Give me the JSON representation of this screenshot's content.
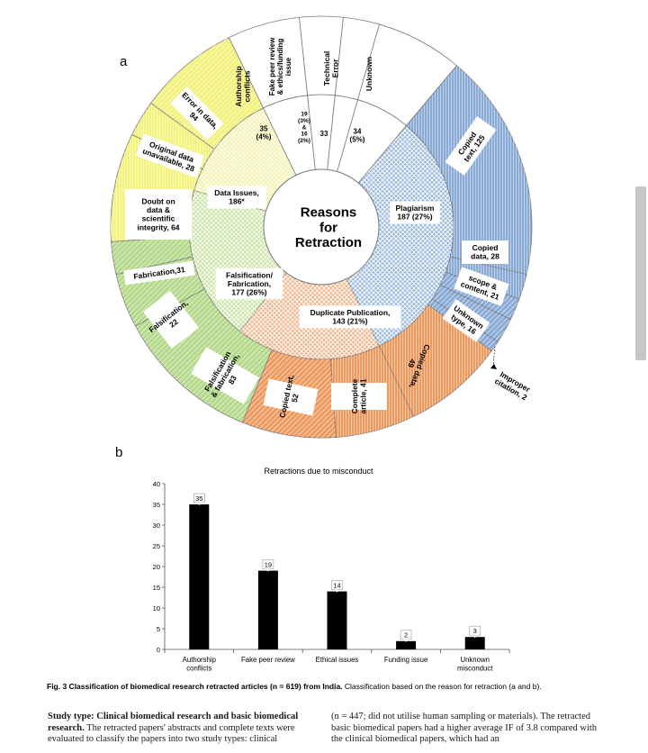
{
  "panel_a": {
    "label": "a",
    "center": [
      "Reasons",
      "for",
      "Retraction"
    ],
    "inner": [
      {
        "lines": [
          "Plagiarism",
          "187 (27%)"
        ],
        "color": "#9bb9dd"
      },
      {
        "lines": [
          "Duplicate Publication,",
          "143 (21%)"
        ],
        "color": "#f0b48a"
      },
      {
        "lines": [
          "Falsification/",
          "Fabrication,",
          "177 (26%)"
        ],
        "color": "#c9e3a0"
      },
      {
        "lines": [
          "Data Issues,",
          "186*"
        ],
        "color": "#f3f2a6"
      },
      {
        "lines": [
          "35",
          "(4%)"
        ],
        "color": "#ffffff"
      },
      {
        "lines": [
          "19",
          "(3%)",
          "&",
          "16",
          "(2%)"
        ],
        "color": "#ffffff"
      },
      {
        "lines": [
          "33"
        ],
        "color": "#ffffff"
      },
      {
        "lines": [
          "34",
          "(5%)"
        ],
        "color": "#ffffff"
      }
    ],
    "outer": [
      {
        "lines": [
          "Copied",
          "text, 125"
        ],
        "color": "#8aabd6"
      },
      {
        "lines": [
          "Copied",
          "data, 28"
        ],
        "color": "#8aabd6"
      },
      {
        "lines": [
          "scope &",
          "content, 21"
        ],
        "color": "#8aabd6"
      },
      {
        "lines": [
          "Unknown",
          "type, 16"
        ],
        "color": "#8aabd6"
      },
      {
        "lines": [
          "Improper",
          "citation, 2"
        ],
        "color": "#8aabd6"
      },
      {
        "lines": [
          "Copied data,",
          "49"
        ],
        "color": "#ee9a5e"
      },
      {
        "lines": [
          "Complete",
          "article, 41"
        ],
        "color": "#ee9a5e"
      },
      {
        "lines": [
          "Copied text,",
          "52"
        ],
        "color": "#ee9a5e"
      },
      {
        "lines": [
          "Falsification",
          "& fabrication,",
          "83"
        ],
        "color": "#b5d98a"
      },
      {
        "lines": [
          "Falsification,",
          "22"
        ],
        "color": "#b5d98a"
      },
      {
        "lines": [
          "Fabrication,31"
        ],
        "color": "#b5d98a"
      },
      {
        "lines": [
          "Doubt on",
          "data &",
          "scientific",
          "integrity, 64"
        ],
        "color": "#f3f27c"
      },
      {
        "lines": [
          "Original data",
          "unavailable, 28"
        ],
        "color": "#f3f27c"
      },
      {
        "lines": [
          "Error in data,",
          "94"
        ],
        "color": "#f3f27c"
      },
      {
        "lines": [
          "Authorship",
          "conflicts"
        ],
        "color": "#ffffff"
      },
      {
        "lines": [
          "Fake peer review",
          "& ethics/funding",
          "issue"
        ],
        "color": "#ffffff"
      },
      {
        "lines": [
          "Technical",
          "Error"
        ],
        "color": "#ffffff"
      },
      {
        "lines": [
          "Unknown"
        ],
        "color": "#ffffff"
      }
    ]
  },
  "panel_b": {
    "label": "b"
  },
  "chart_data": {
    "type": "bar",
    "title": "Retractions due to misconduct",
    "categories": [
      "Authorship conflicts",
      "Fake peer review",
      "Ethical issues",
      "Funding issue",
      "Unknown misconduct"
    ],
    "category_lines": [
      [
        "Authorship",
        "conflicts"
      ],
      [
        "Fake peer review"
      ],
      [
        "Ethical issues"
      ],
      [
        "Funding issue"
      ],
      [
        "Unknown",
        "misconduct"
      ]
    ],
    "values": [
      35,
      19,
      14,
      2,
      3
    ],
    "ylim": [
      0,
      40
    ],
    "yticks": [
      "0",
      "5",
      "10",
      "15",
      "20",
      "25",
      "30",
      "35",
      "40"
    ],
    "xlabel": "",
    "ylabel": "",
    "bar_color": "#000000"
  },
  "caption": {
    "bold": "Fig. 3 Classification of biomedical research retracted articles (n = 619) from India.",
    "rest": " Classification based on the reason for retraction (a and b)."
  },
  "body": {
    "left": {
      "bold": "Study type: Clinical biomedical research and basic biomedical research.",
      "text": " The retracted papers' abstracts and complete texts were evaluated to classify the papers into two study types: clinical"
    },
    "right": {
      "text": "(n = 447; did not utilise human sampling or materials). The retracted basic biomedical papers had a higher average IF of 3.8 compared with the clinical biomedical papers, which had an"
    }
  }
}
